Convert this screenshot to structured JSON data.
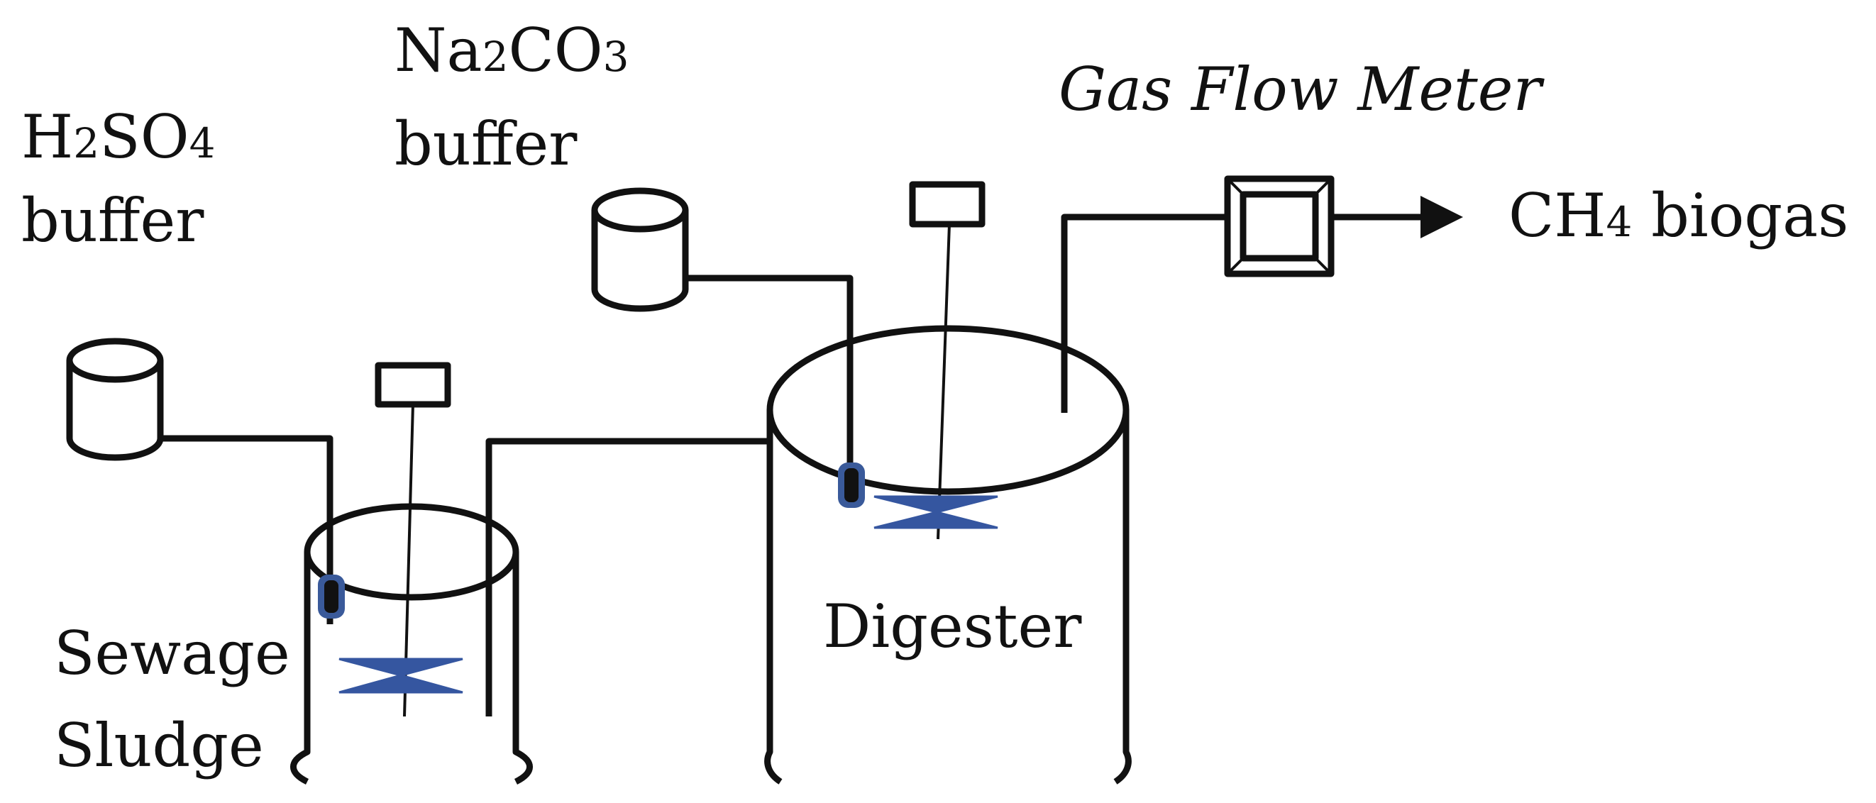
{
  "labels": {
    "h2so4_main": "H",
    "h2so4_sub1": "2",
    "h2so4_mid": "SO",
    "h2so4_sub2": "4",
    "h2so4_buffer": "buffer",
    "na2co3_main": "Na",
    "na2co3_sub1": "2",
    "na2co3_mid": "CO",
    "na2co3_sub2": "3",
    "na2co3_buffer": "buffer",
    "gas_flow_meter": "Gas Flow Meter",
    "ch4_main": "CH",
    "ch4_sub": "4",
    "ch4_rest": " biogas",
    "sewage": "Sewage",
    "sludge": "Sludge",
    "digester": "Digester"
  },
  "colors": {
    "line": "#111111",
    "probe_outline": "#3a5a9a",
    "probe_fill": "#111111",
    "impeller": "#3556a0"
  }
}
